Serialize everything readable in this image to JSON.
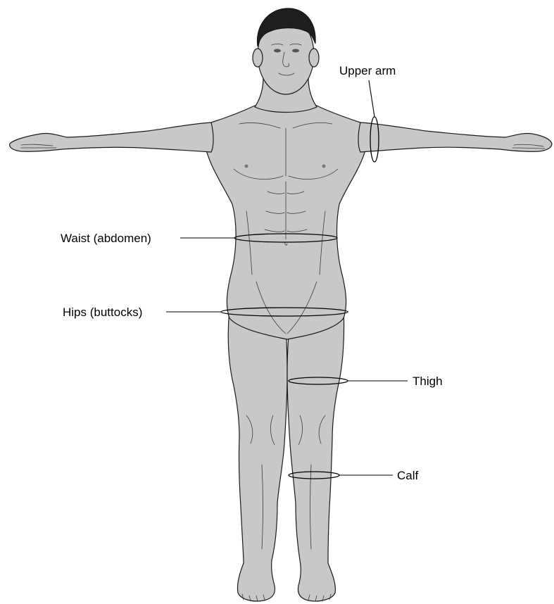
{
  "diagram": {
    "labels": {
      "upper_arm": "Upper arm",
      "waist": "Waist (abdomen)",
      "hips": "Hips (buttocks)",
      "thigh": "Thigh",
      "calf": "Calf"
    }
  },
  "colors": {
    "skin": "#c8c8c8",
    "outline": "#1a1a1a",
    "hair": "#1e1e1e",
    "background": "#ffffff"
  }
}
